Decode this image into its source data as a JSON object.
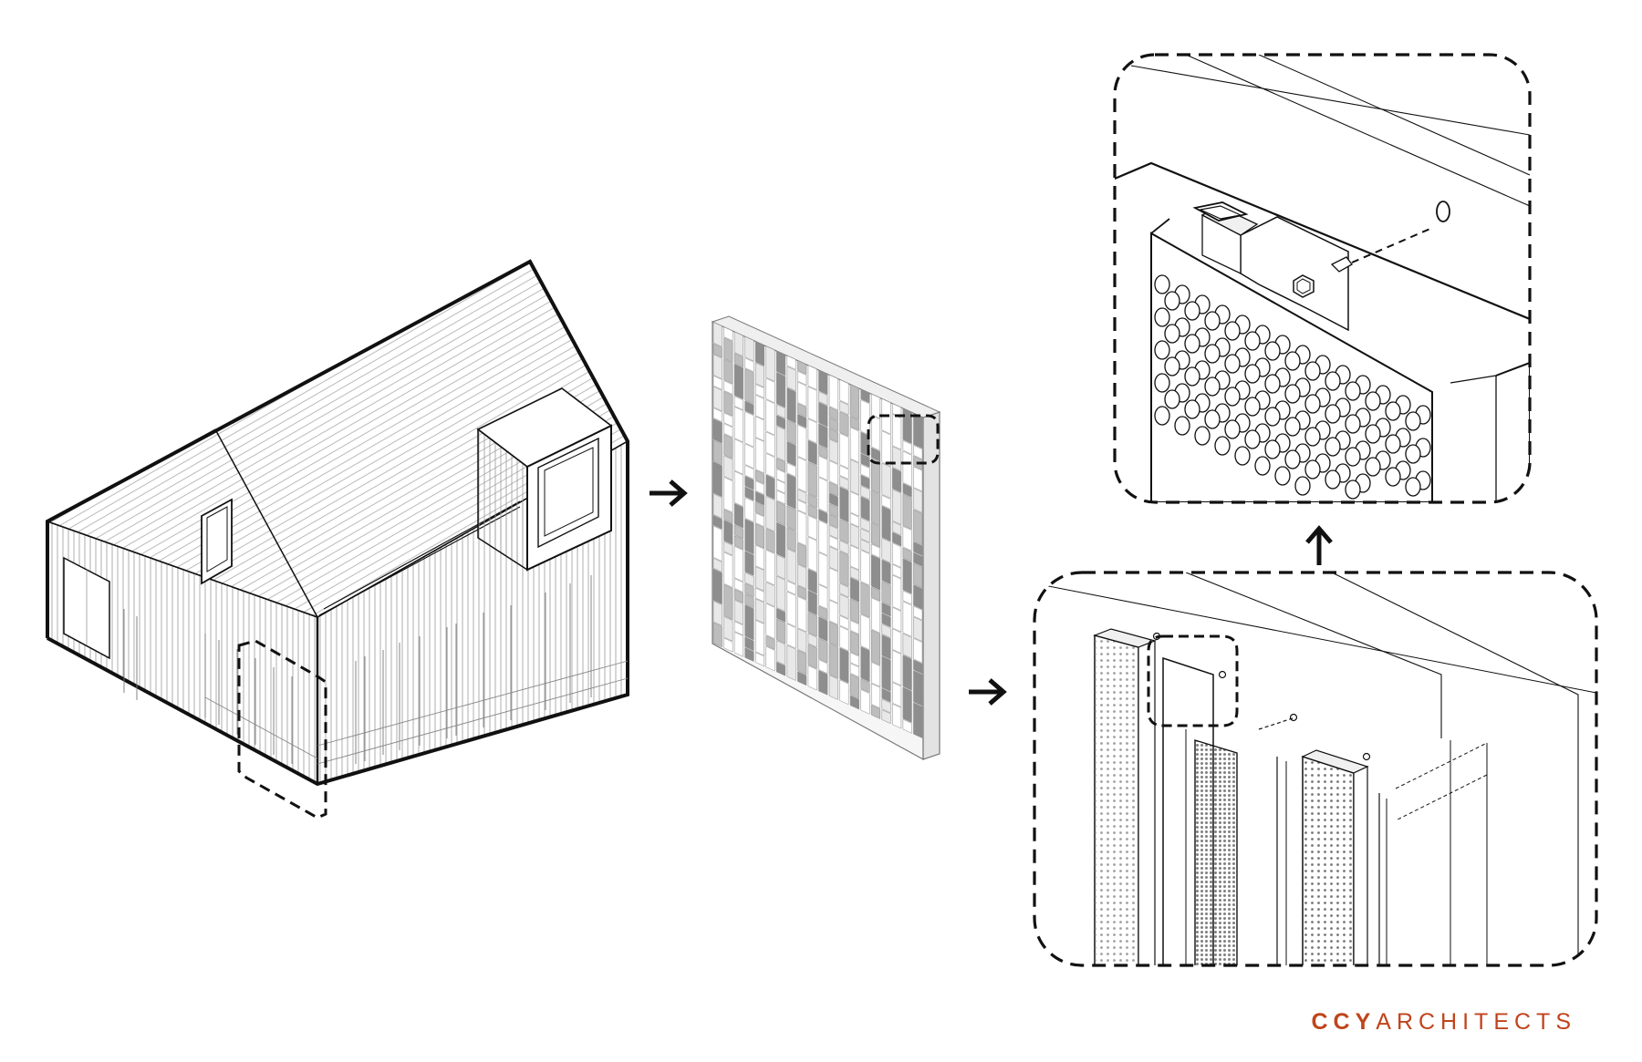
{
  "logo": {
    "mark": "CCY",
    "word": "ARCHITECTS"
  },
  "colors": {
    "background": "#ffffff",
    "line": "#111111",
    "logo_accent": "#c0441c",
    "panel_dark": "#8e8e8e",
    "panel_mid": "#bdbdbd",
    "panel_light": "#e8e8e8"
  },
  "icons": [
    "arrow-right-icon",
    "arrow-up-icon"
  ],
  "diagram": {
    "views": [
      "house-axonometric",
      "facade-panel",
      "panel-system-detail",
      "fastener-detail"
    ],
    "flow": [
      "house-axonometric",
      "facade-panel",
      "panel-system-detail",
      "fastener-detail"
    ]
  }
}
